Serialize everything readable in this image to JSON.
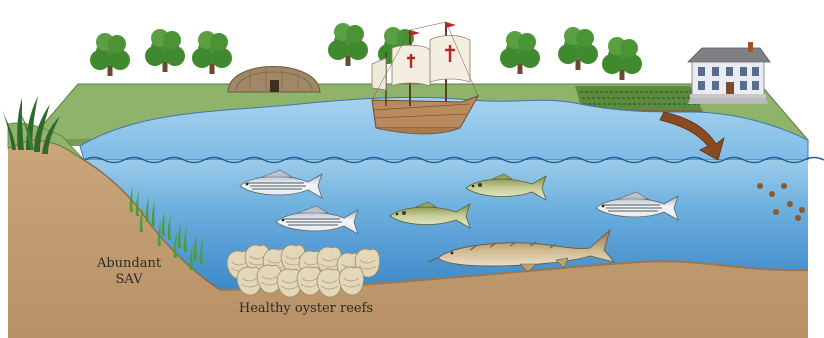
{
  "labels": {
    "sav_line1": "Abundant",
    "sav_line2": "SAV",
    "oyster_reefs": "Healthy oyster reefs"
  },
  "colors": {
    "sky": "#ffffff",
    "land_top": "#8fb36a",
    "land_edge": "#6b5a3a",
    "water_surface": "#8fc3e6",
    "water_deep": "#3f8fcf",
    "sediment": "#c9a67d",
    "sediment_dark": "#a9835a",
    "runoff_arrow": "#8a4a22",
    "fish_body": "#e9eef2",
    "fish_stripe": "#5c6a74",
    "shad_body": "#9aa35a",
    "sturgeon_body": "#c9b48a",
    "oyster": "#e2d6b8",
    "tree_green": "#3f8a2e",
    "sav_green": "#4f9a3a"
  }
}
